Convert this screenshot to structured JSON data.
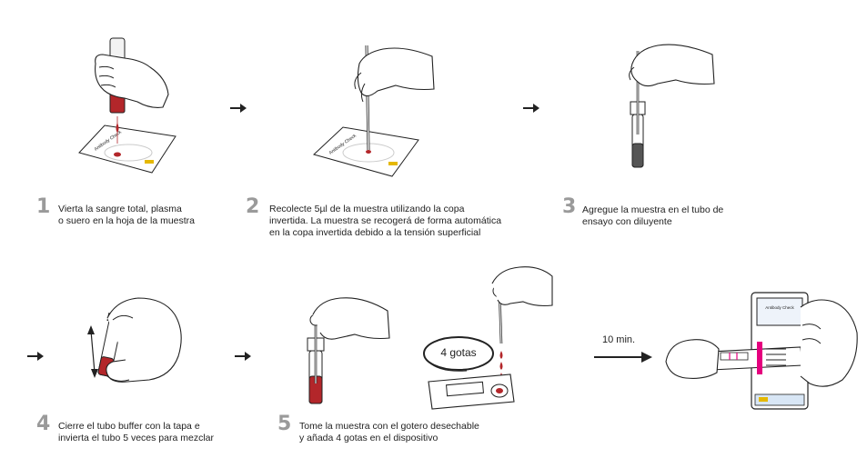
{
  "steps": [
    {
      "number": "1",
      "lines": [
        "Vierta la sangre total, plasma",
        "o suero en la hoja de la muestra"
      ]
    },
    {
      "number": "2",
      "lines": [
        "Recolecte 5µl de la muestra utilizando la copa",
        "invertida. La muestra se recogerá de forma automática",
        "en la copa invertida debido a la tensión superficial"
      ]
    },
    {
      "number": "3",
      "lines": [
        "Agregue la muestra en el tubo de",
        "ensayo con diluyente"
      ]
    },
    {
      "number": "4",
      "lines": [
        "Cierre el tubo buffer con la tapa e",
        "invierta el tubo 5 veces para mezclar"
      ]
    },
    {
      "number": "5",
      "lines": [
        "Tome la muestra con el gotero desechable",
        "y añada 4 gotas en el dispositivo"
      ]
    }
  ],
  "drops_label": "4 gotas",
  "timer_label": "10 min.",
  "colors": {
    "blood": "#b3262a",
    "line": "#222222",
    "step_number": "#9a9a9a",
    "accent": "#e5007e"
  }
}
